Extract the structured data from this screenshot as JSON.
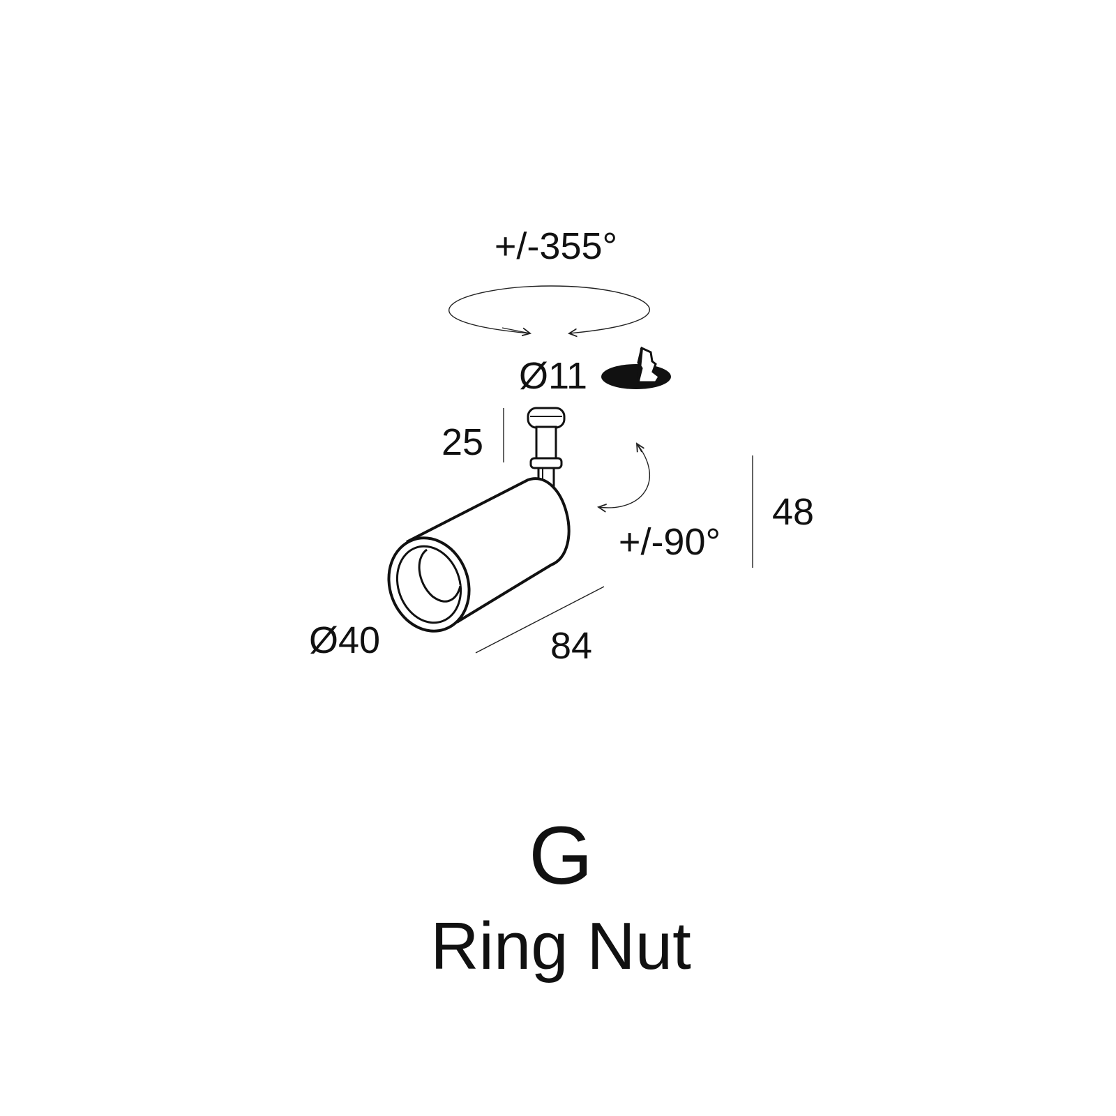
{
  "dimensions": {
    "rotation": "+/-355°",
    "stem_diameter": "Ø11",
    "stem_height": "25",
    "tilt": "+/-90°",
    "height": "48",
    "diameter": "Ø40",
    "length": "84"
  },
  "product": {
    "code": "G",
    "name": "Ring Nut"
  },
  "icons": {
    "recessed": "recessed-mount-icon"
  }
}
